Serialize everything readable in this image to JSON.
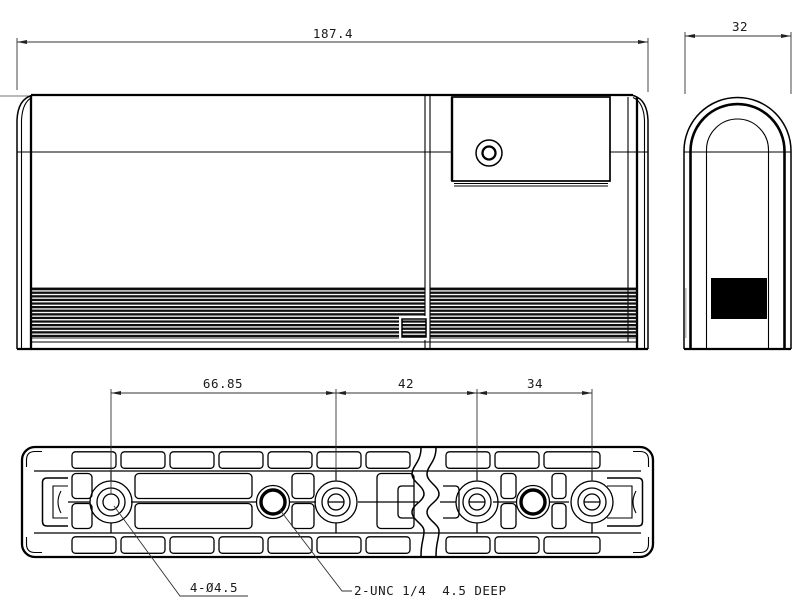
{
  "drawing": {
    "type": "engineering-orthographic-views",
    "views": [
      "front-view",
      "side-view",
      "bottom-view"
    ],
    "colors": {
      "line": "#000000",
      "background": "#ffffff",
      "fill_solid": "#000000"
    }
  },
  "dimensions": {
    "overall_width": "187.4",
    "depth": "32",
    "hole_spacing_left": "66.85",
    "hole_spacing_middle": "42",
    "hole_spacing_right": "34"
  },
  "callouts": {
    "clearance_holes": "4-Ø4.5",
    "threaded_holes": "2-UNC 1/4  4.5 DEEP"
  },
  "features": {
    "clearance_hole_count": 4,
    "clearance_hole_diameter": "4.5",
    "threaded_hole_count": 2,
    "thread_spec": "UNC 1/4",
    "thread_depth": "4.5"
  }
}
